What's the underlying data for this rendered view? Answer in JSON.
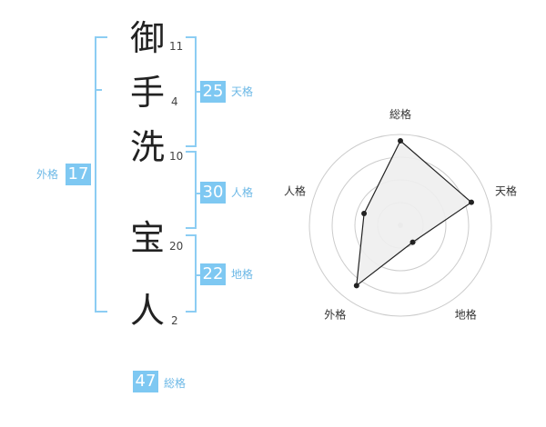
{
  "characters": [
    {
      "char": "御",
      "strokes": "11"
    },
    {
      "char": "手",
      "strokes": "4"
    },
    {
      "char": "洗",
      "strokes": "10"
    },
    {
      "char": "宝",
      "strokes": "20"
    },
    {
      "char": "人",
      "strokes": "2"
    }
  ],
  "fortunes": {
    "tenkaku": {
      "value": "25",
      "label": "天格"
    },
    "jinkaku": {
      "value": "30",
      "label": "人格"
    },
    "chikaku": {
      "value": "22",
      "label": "地格"
    },
    "gaikaku": {
      "value": "17",
      "label": "外格"
    },
    "soukaku": {
      "value": "47",
      "label": "総格"
    }
  },
  "chart_data": {
    "type": "radar",
    "axes": [
      "総格",
      "天格",
      "地格",
      "外格",
      "人格"
    ],
    "values": [
      0.93,
      0.82,
      0.23,
      0.82,
      0.42
    ],
    "range": [
      0,
      1
    ],
    "rings": 4
  }
}
